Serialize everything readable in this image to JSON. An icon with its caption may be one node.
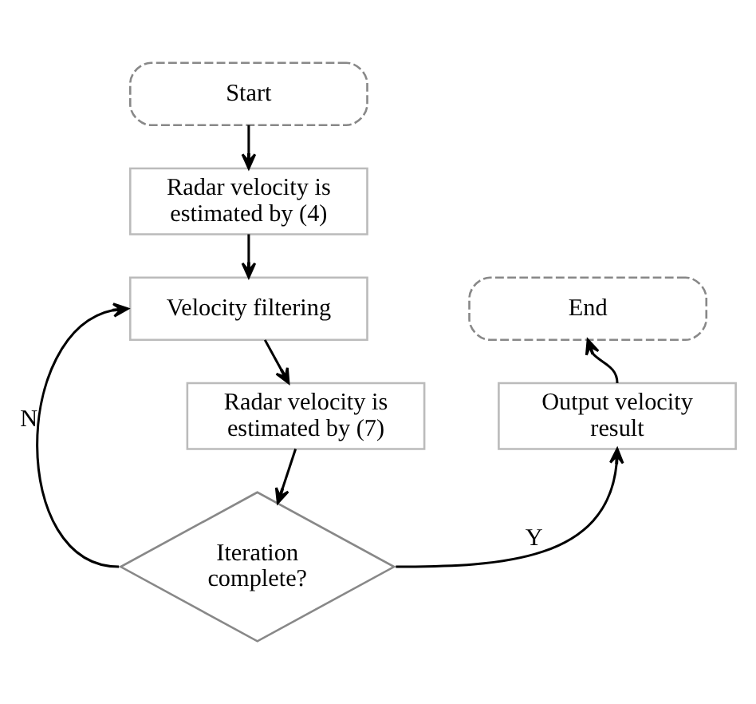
{
  "diagram": {
    "nodes": [
      {
        "text": [
          "Start"
        ]
      },
      {
        "text": [
          "Radar velocity is estimated by (4)"
        ]
      },
      {
        "text": [
          "Velocity filtering"
        ]
      },
      {
        "text": [
          "Radar velocity is estimated by (7)"
        ]
      },
      {
        "text": [
          "Iteration complete?"
        ]
      },
      {
        "text": [
          "Output velocity result"
        ]
      },
      {
        "text": [
          "End"
        ]
      }
    ],
    "edges": [
      {
        "from": 0,
        "to": 1,
        "arrow": "to"
      },
      {
        "from": 1,
        "to": 2,
        "arrow": "to"
      },
      {
        "from": 2,
        "to": 3,
        "arrow": "to"
      },
      {
        "from": 3,
        "to": 4,
        "arrow": "to"
      },
      {
        "from": 4,
        "to": 2,
        "arrow": "to",
        "label": "N"
      },
      {
        "from": 4,
        "to": 5,
        "arrow": "to",
        "label": "Y"
      },
      {
        "from": 5,
        "to": 6,
        "arrow": "to"
      }
    ]
  }
}
